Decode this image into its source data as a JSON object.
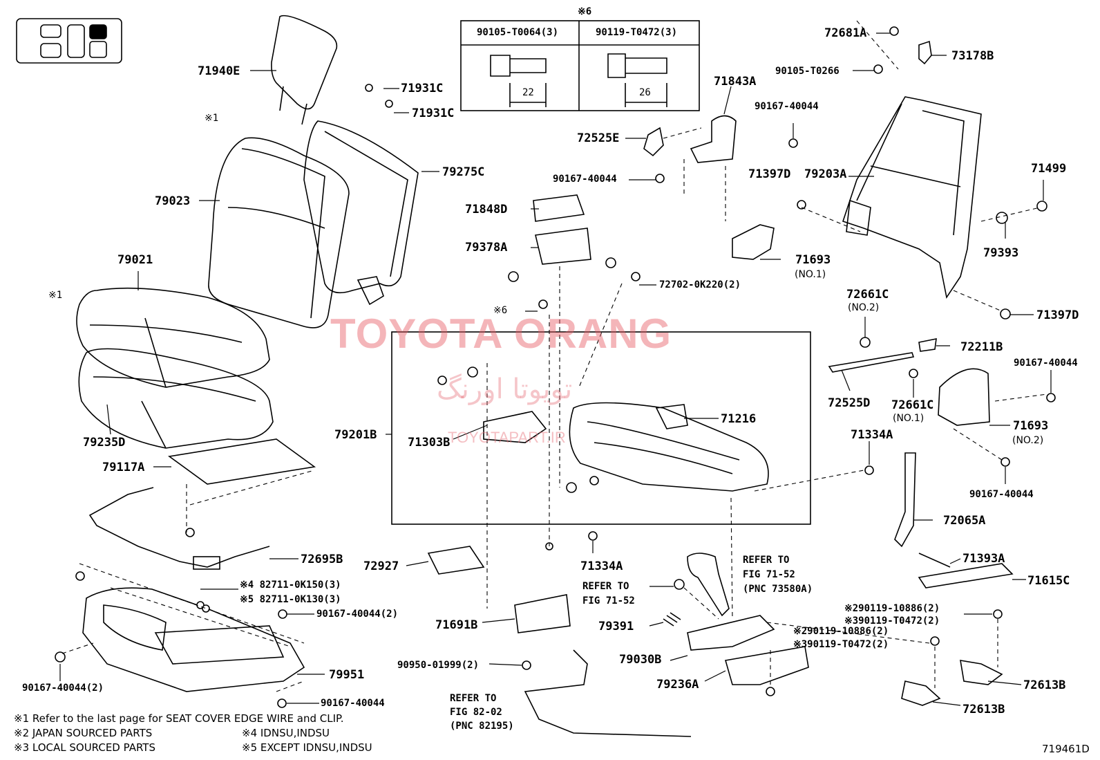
{
  "header_icon": {
    "name": "layout-position-icon"
  },
  "watermark": {
    "main": "TOYOTA ORANG",
    "farsi": "تویوتا اورنگ",
    "site": "TOYOTAPART.IR"
  },
  "bolt_table": {
    "mark": "※6",
    "col1": {
      "part": "90105-T0064(3)",
      "dim": "22"
    },
    "col2": {
      "part": "90119-T0472(3)",
      "dim": "26"
    }
  },
  "labels": {
    "l71940E": "71940E",
    "l71931C_a": "71931C",
    "l71931C_b": "71931C",
    "l79275C": "79275C",
    "l79023": "79023",
    "l79021": "79021",
    "l79235D": "79235D",
    "l79117A": "79117A",
    "l72695B": "72695B",
    "l82711_a": "※4 82711-0K150(3)",
    "l82711_b": "※5 82711-0K130(3)",
    "l90167_2a": "90167-40044(2)",
    "l79951": "79951",
    "l90167_2b": "90167-40044(2)",
    "l90167_c": "90167-40044",
    "l72525E": "72525E",
    "l90167_d": "90167-40044",
    "l71848D": "71848D",
    "l79378A": "79378A",
    "l72702": "72702-0K220(2)",
    "l_mark6": "※6",
    "l79201B": "79201B",
    "l71303B": "71303B",
    "l71216": "71216",
    "l72927": "72927",
    "l71691B": "71691B",
    "l71334A_a": "71334A",
    "l71334A_b": "71334A",
    "l90950": "90950-01999(2)",
    "l79391": "79391",
    "l79030B": "79030B",
    "l79236A": "79236A",
    "l72681A": "72681A",
    "l73178B": "73178B",
    "l90105": "90105-T0266",
    "l71843A": "71843A",
    "l90167_e": "90167-40044",
    "l71397D_a": "71397D",
    "l79203A": "79203A",
    "l71499": "71499",
    "l71693_a": "71693",
    "l71693_a_sub": "(NO.1)",
    "l79393": "79393",
    "l71397D_b": "71397D",
    "l72661C_a": "72661C",
    "l72661C_a_sub": "(NO.2)",
    "l72211B": "72211B",
    "l90167_f": "90167-40044",
    "l72525D": "72525D",
    "l72661C_b": "72661C",
    "l72661C_b_sub": "(NO.1)",
    "l71693_b": "71693",
    "l71693_b_sub": "(NO.2)",
    "l90167_g": "90167-40044",
    "l72065A": "72065A",
    "l71393A": "71393A",
    "l71615C": "71615C",
    "l90119_a1": "※290119-10886(2)",
    "l90119_a2": "※390119-T0472(2)",
    "l90119_b1": "※290119-10886(2)",
    "l90119_b2": "※390119-T0472(2)",
    "l72613B_a": "72613B",
    "l72613B_b": "72613B",
    "l_mark1_a": "※1",
    "l_mark1_b": "※1"
  },
  "refs": {
    "ref1": [
      "REFER TO",
      "FIG 71-52",
      "(PNC 73580A)"
    ],
    "ref2": [
      "REFER TO",
      "FIG 71-52"
    ],
    "ref3": [
      "REFER TO",
      "FIG 82-02",
      "(PNC 82195)"
    ]
  },
  "footnotes": {
    "n1": "※1  Refer to the last page for SEAT COVER EDGE WIRE and CLIP.",
    "n2": "※2  JAPAN SOURCED PARTS",
    "n3": "※3  LOCAL SOURCED PARTS",
    "n4": "※4 IDNSU,INDSU",
    "n5": "※5 EXCEPT IDNSU,INDSU"
  },
  "figure_id": "719461D",
  "colors": {
    "line": "#000000",
    "watermark": "#e65a64"
  }
}
